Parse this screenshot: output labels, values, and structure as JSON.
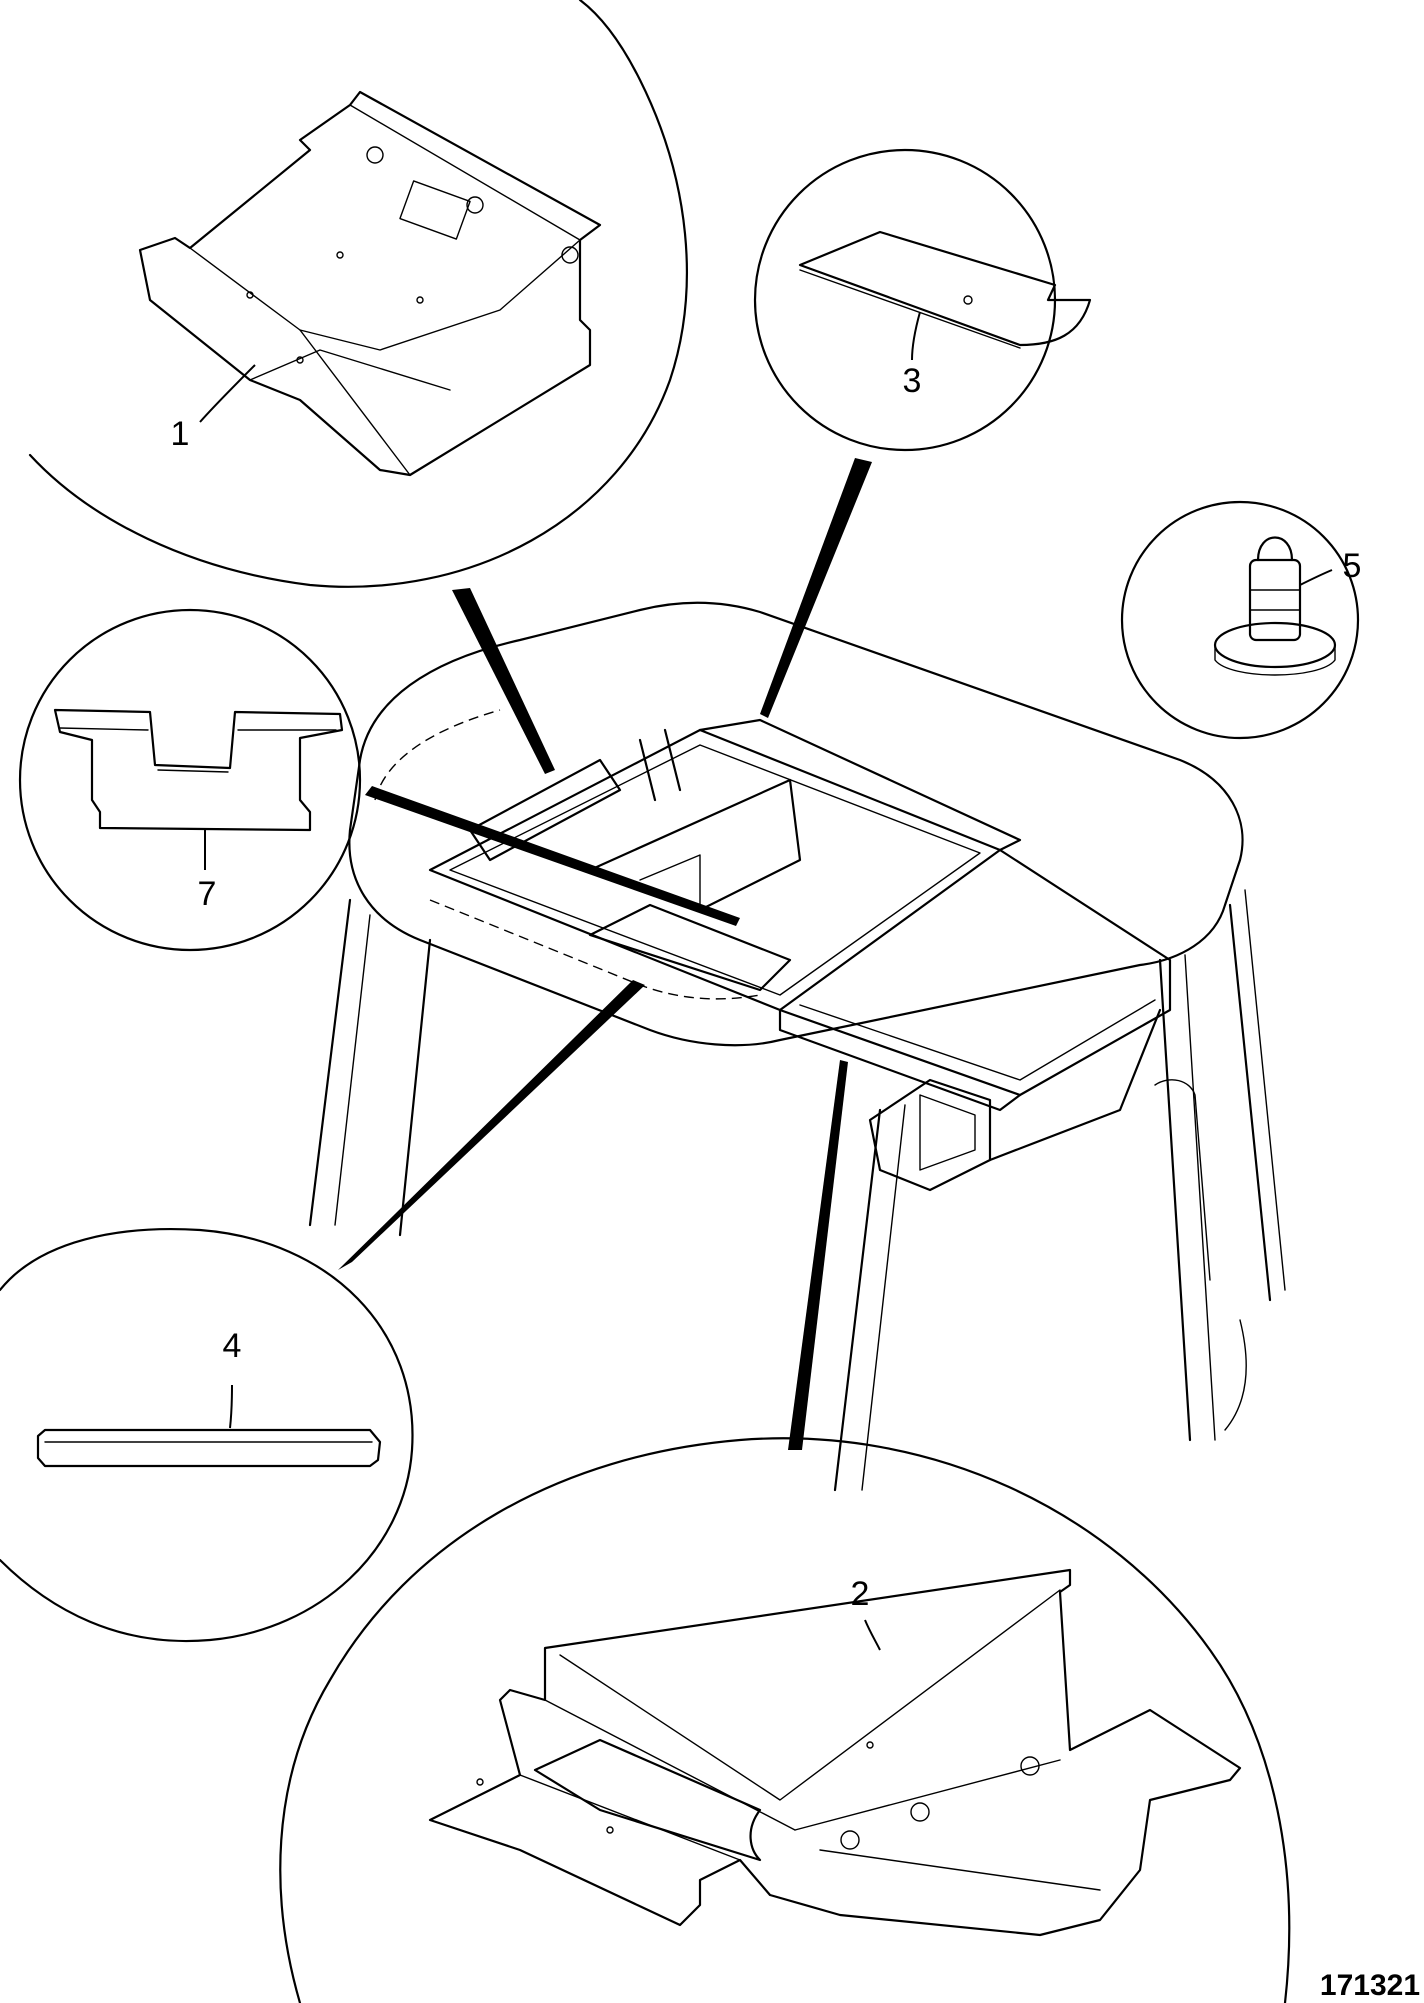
{
  "figure": {
    "number": "171321"
  },
  "callouts": [
    {
      "id": "1",
      "label": "1"
    },
    {
      "id": "2",
      "label": "2"
    },
    {
      "id": "3",
      "label": "3"
    },
    {
      "id": "4",
      "label": "4"
    },
    {
      "id": "5",
      "label": "5"
    },
    {
      "id": "7",
      "label": "7"
    }
  ]
}
